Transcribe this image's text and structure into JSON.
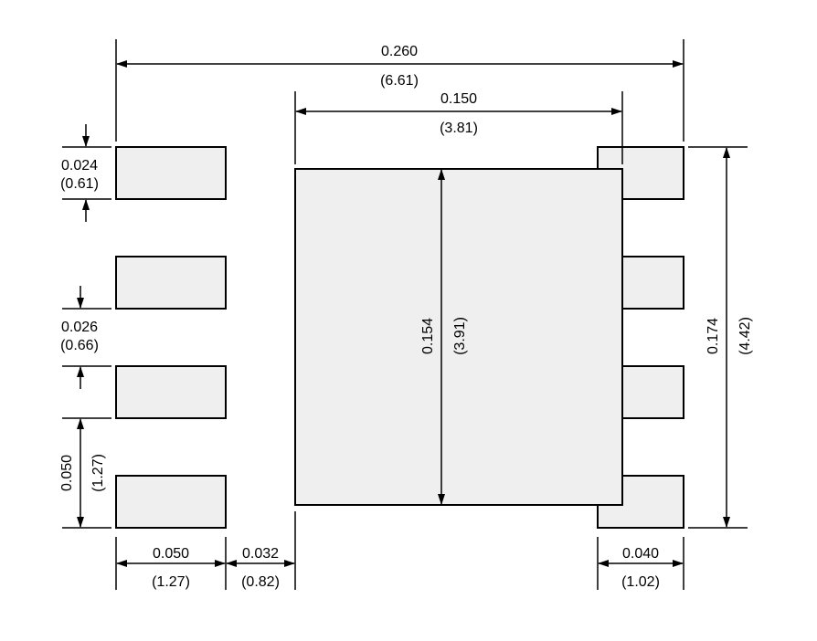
{
  "dimensions": {
    "overall_width": {
      "inch": "0.260",
      "mm": "(6.61)"
    },
    "thermal_pad_width": {
      "inch": "0.150",
      "mm": "(3.81)"
    },
    "pad_height": {
      "inch": "0.024",
      "mm": "(0.61)"
    },
    "pad_gap": {
      "inch": "0.026",
      "mm": "(0.66)"
    },
    "pitch": {
      "inch": "0.050",
      "mm": "(1.27)"
    },
    "pad_length": {
      "inch": "0.050",
      "mm": "(1.27)"
    },
    "pad_to_thermal_gap": {
      "inch": "0.032",
      "mm": "(0.82)"
    },
    "right_pad_length": {
      "inch": "0.040",
      "mm": "(1.02)"
    },
    "thermal_pad_height": {
      "inch": "0.154",
      "mm": "(3.91)"
    },
    "overall_height": {
      "inch": "0.174",
      "mm": "(4.42)"
    }
  },
  "colors": {
    "pad_fill": "#efefef",
    "line": "#000000"
  }
}
